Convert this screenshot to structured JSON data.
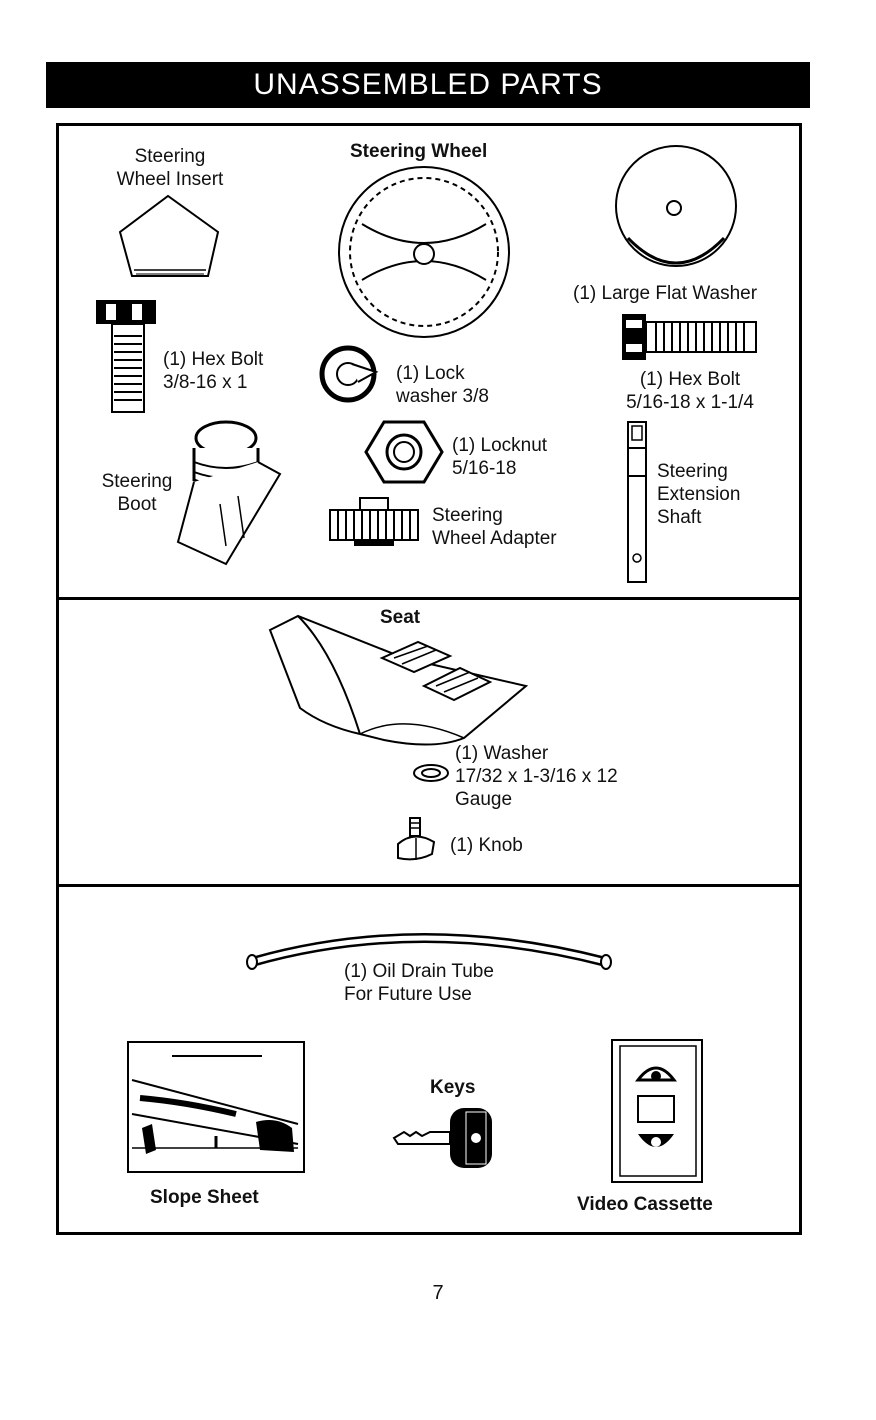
{
  "page": {
    "title": "UNASSEMBLED PARTS",
    "page_number": "7"
  },
  "parts": {
    "steering_wheel_insert": "Steering\nWheel Insert",
    "steering_wheel": "Steering Wheel",
    "large_flat_washer": "(1) Large Flat Washer",
    "hex_bolt_1": "(1) Hex Bolt\n3/8-16 x 1",
    "lock_washer": "(1) Lock\nwasher  3/8",
    "hex_bolt_2": "(1) Hex Bolt\n5/16-18 x 1-1/4",
    "locknut": "(1) Locknut\n5/16-18",
    "steering_boot": "Steering\nBoot",
    "steering_extension_shaft": "Steering\nExtension\nShaft",
    "steering_wheel_adapter": "Steering\nWheel Adapter",
    "seat": "Seat",
    "washer": "(1) Washer\n17/32 x 1-3/16 x 12\nGauge",
    "knob": "(1) Knob",
    "oil_drain_tube": "(1) Oil Drain Tube\nFor Future Use",
    "keys": "Keys",
    "slope_sheet": "Slope Sheet",
    "video_cassette": "Video Cassette"
  },
  "icons": {
    "steering_wheel_insert": "wheel-insert-icon",
    "steering_wheel": "steering-wheel-icon",
    "large_flat_washer": "flat-washer-icon",
    "hex_bolt": "hex-bolt-icon",
    "lock_washer": "lock-washer-icon",
    "locknut": "locknut-icon",
    "steering_boot": "steering-boot-icon",
    "extension_shaft": "extension-shaft-icon",
    "wheel_adapter": "wheel-adapter-icon",
    "seat": "seat-icon",
    "washer": "washer-icon",
    "knob": "knob-icon",
    "oil_drain_tube": "oil-drain-tube-icon",
    "keys": "key-icon",
    "slope_sheet": "slope-sheet-icon",
    "video_cassette": "video-cassette-icon"
  }
}
